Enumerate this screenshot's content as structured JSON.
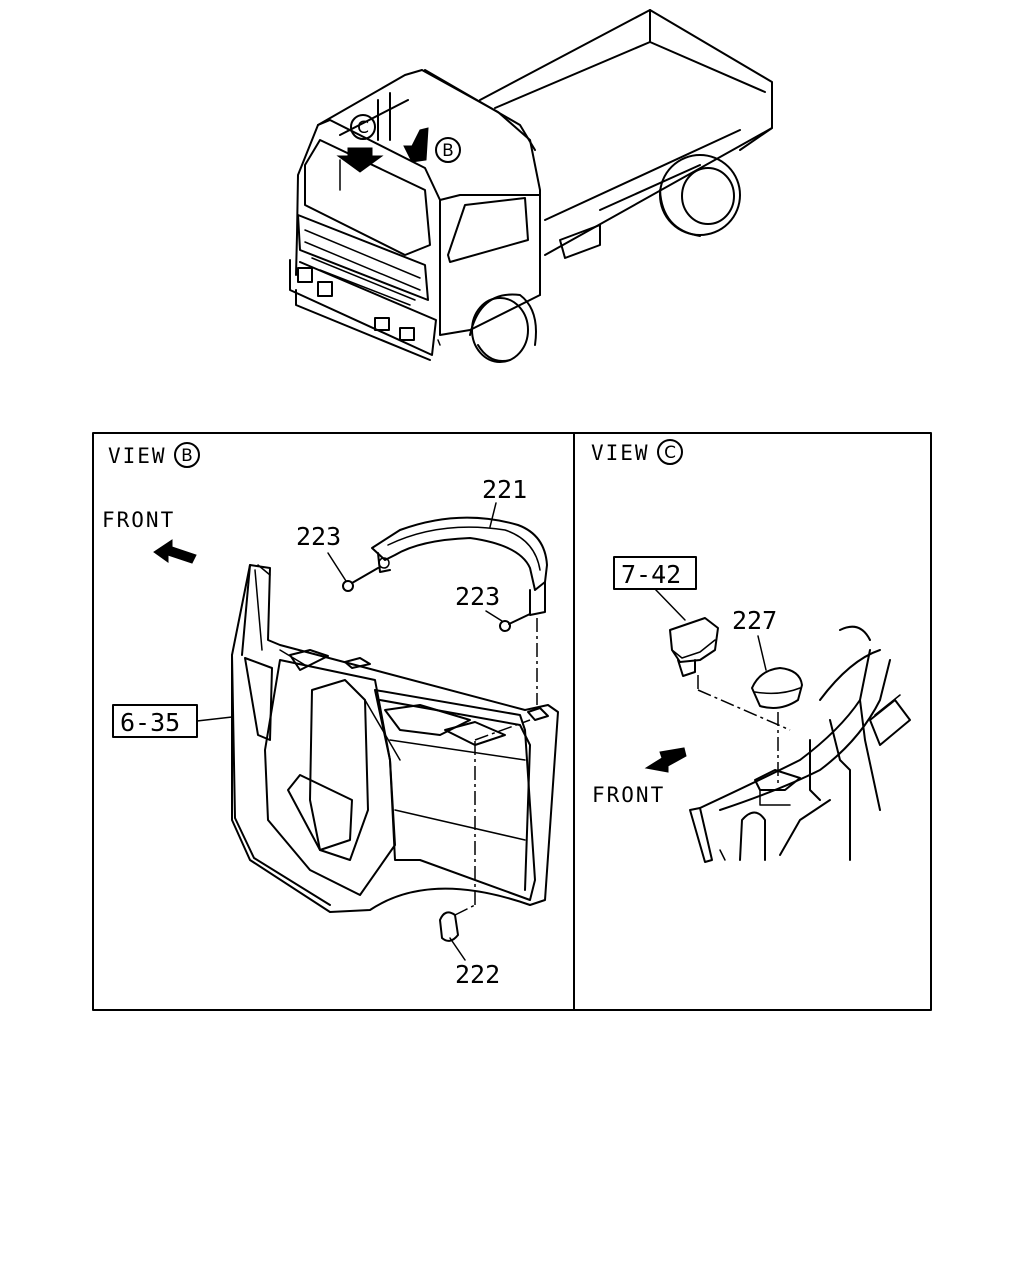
{
  "overview": {
    "marker_b": "B",
    "marker_c": "C"
  },
  "view_b": {
    "title_prefix": "VIEW",
    "title_letter": "B",
    "front_label": "FRONT",
    "ref_box": "6-35",
    "parts": {
      "p221": "221",
      "p223_left": "223",
      "p223_right": "223",
      "p222": "222"
    }
  },
  "view_c": {
    "title_prefix": "VIEW",
    "title_letter": "C",
    "front_label": "FRONT",
    "ref_box": "7-42",
    "parts": {
      "p227": "227"
    }
  }
}
